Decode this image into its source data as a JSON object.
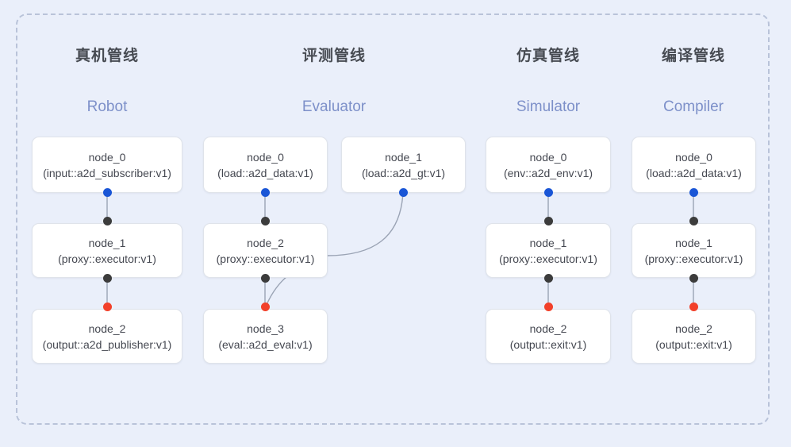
{
  "diagram": {
    "background_color": "#eaeffa",
    "frame_border_color": "#b9c3d9",
    "title_color": "#474b52",
    "subtitle_color": "#7d90c9",
    "port_colors": {
      "input_blue": "#1a56d6",
      "link_black": "#3c3c3c",
      "output_red": "#f2402a"
    },
    "edge_color": "#9aa3b4"
  },
  "columns": [
    {
      "title": "真机管线",
      "subtitle": "Robot",
      "nodes": [
        {
          "name": "node_0",
          "type": "(input::a2d_subscriber:v1)"
        },
        {
          "name": "node_1",
          "type": "(proxy::executor:v1)"
        },
        {
          "name": "node_2",
          "type": "(output::a2d_publisher:v1)"
        }
      ]
    },
    {
      "title": "评测管线",
      "subtitle": "Evaluator",
      "nodes": [
        {
          "name": "node_0",
          "type": "(load::a2d_data:v1)"
        },
        {
          "name": "node_2",
          "type": "(proxy::executor:v1)"
        },
        {
          "name": "node_3",
          "type": "(eval::a2d_eval:v1)"
        },
        {
          "name": "node_1",
          "type": "(load::a2d_gt:v1)"
        }
      ]
    },
    {
      "title": "仿真管线",
      "subtitle": "Simulator",
      "nodes": [
        {
          "name": "node_0",
          "type": "(env::a2d_env:v1)"
        },
        {
          "name": "node_1",
          "type": "(proxy::executor:v1)"
        },
        {
          "name": "node_2",
          "type": "(output::exit:v1)"
        }
      ]
    },
    {
      "title": "编译管线",
      "subtitle": "Compiler",
      "nodes": [
        {
          "name": "node_0",
          "type": "(load::a2d_data:v1)"
        },
        {
          "name": "node_1",
          "type": "(proxy::executor:v1)"
        },
        {
          "name": "node_2",
          "type": "(output::exit:v1)"
        }
      ]
    }
  ]
}
